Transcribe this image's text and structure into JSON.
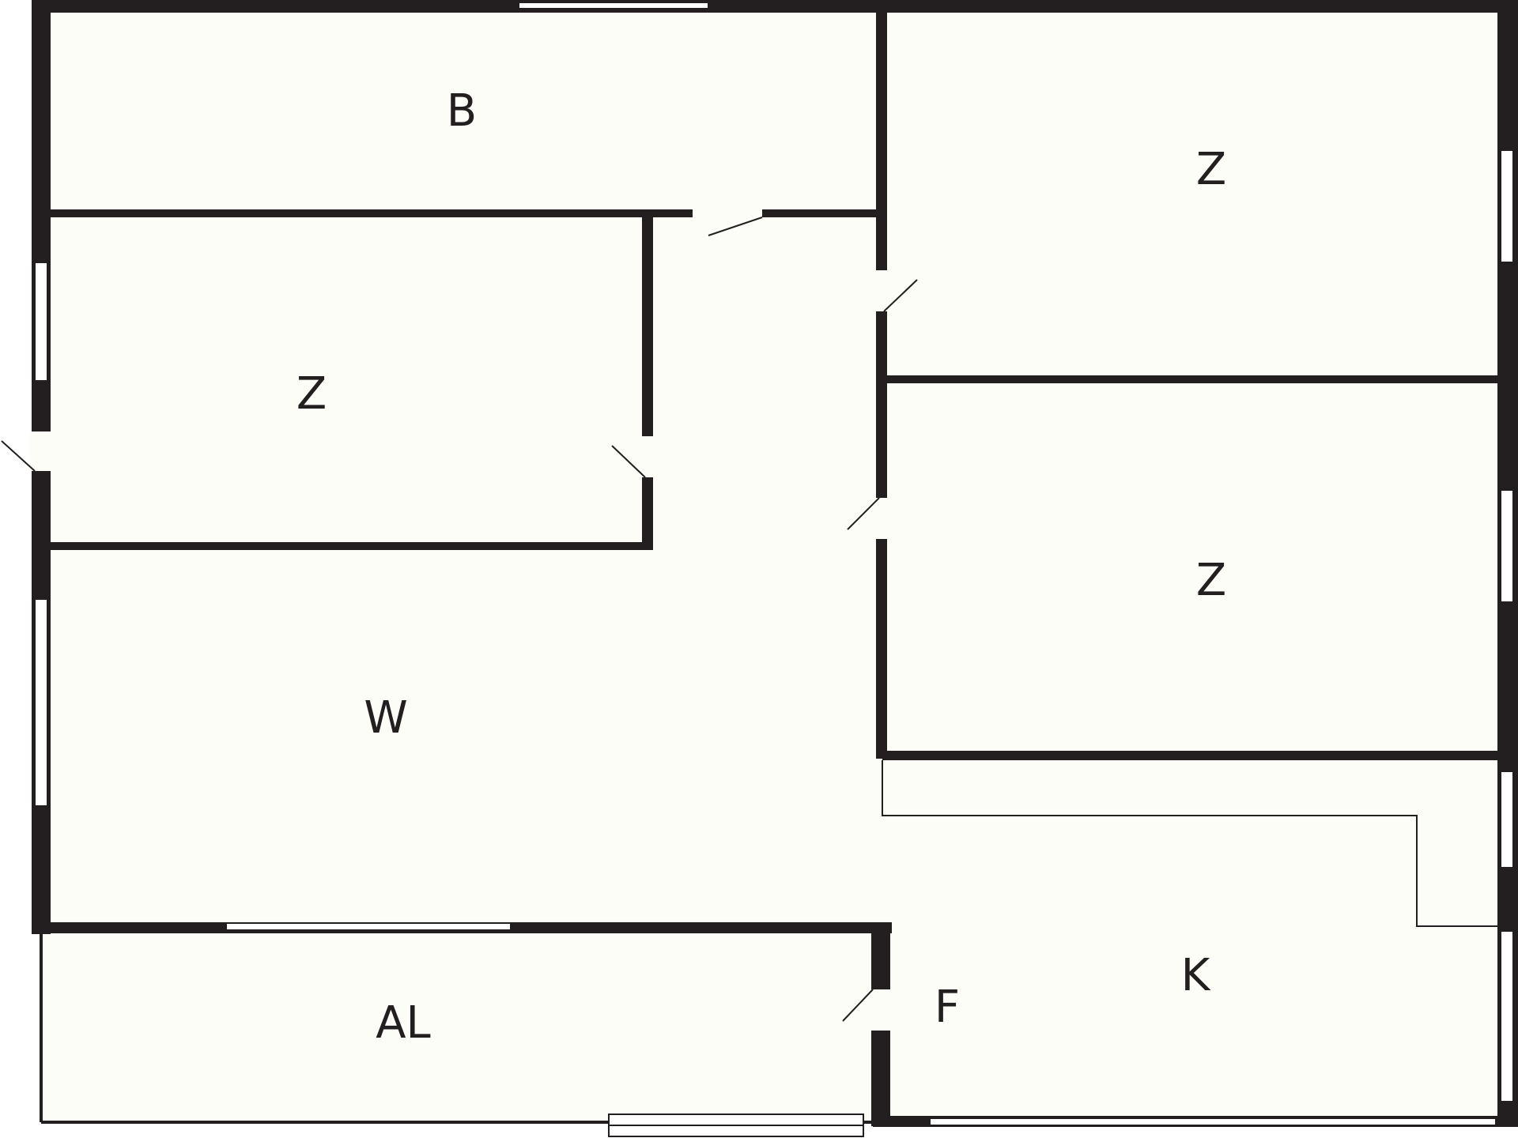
{
  "colors": {
    "wall": "#231f20",
    "floor": "#fdfdf7",
    "window": "#ffffff"
  },
  "rooms": [
    {
      "id": "bath",
      "label": "B"
    },
    {
      "id": "room-top-right",
      "label": "Z"
    },
    {
      "id": "room-left",
      "label": "Z"
    },
    {
      "id": "room-mid-right",
      "label": "Z"
    },
    {
      "id": "living",
      "label": "W"
    },
    {
      "id": "kitchen",
      "label": "K"
    },
    {
      "id": "hall",
      "label": "F"
    },
    {
      "id": "balcony",
      "label": "AL"
    }
  ]
}
